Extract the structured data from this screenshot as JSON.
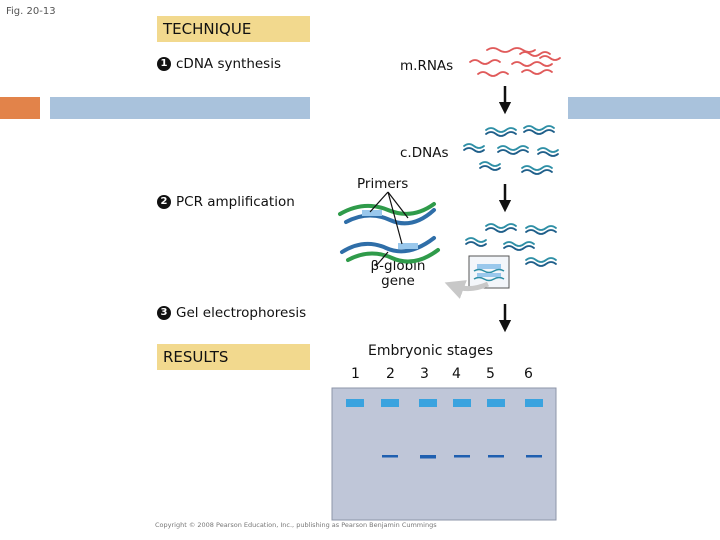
{
  "figure_label": "Fig. 20-13",
  "technique": {
    "banner": "TECHNIQUE",
    "steps": [
      {
        "number": "1",
        "label": "cDNA synthesis"
      },
      {
        "number": "2",
        "label": "PCR amplification"
      },
      {
        "number": "3",
        "label": "Gel electrophoresis"
      }
    ]
  },
  "labels": {
    "mrnas": "m.RNAs",
    "cdnas": "c.DNAs",
    "primers": "Primers",
    "beta_globin_line1": "β-globin",
    "beta_globin_line2": "gene"
  },
  "results": {
    "banner": "RESULTS",
    "title": "Embryonic stages",
    "lanes": [
      "1",
      "2",
      "3",
      "4",
      "5",
      "6"
    ],
    "band_present": [
      false,
      true,
      true,
      true,
      true,
      true
    ],
    "band_strong": [
      false,
      false,
      true,
      false,
      false,
      false
    ]
  },
  "copyright": "Copyright © 2008 Pearson Education, Inc., publishing as Pearson Benjamin Cummings",
  "colors": {
    "mrna": "#e05a5a",
    "cdna_teal": "#2e8fa6",
    "primer_green": "#2f9b4a",
    "dna_blue": "#2f6ea8",
    "gel": "#bfc6d8",
    "well": "#3aa3df",
    "band": "#1f5fb0"
  }
}
